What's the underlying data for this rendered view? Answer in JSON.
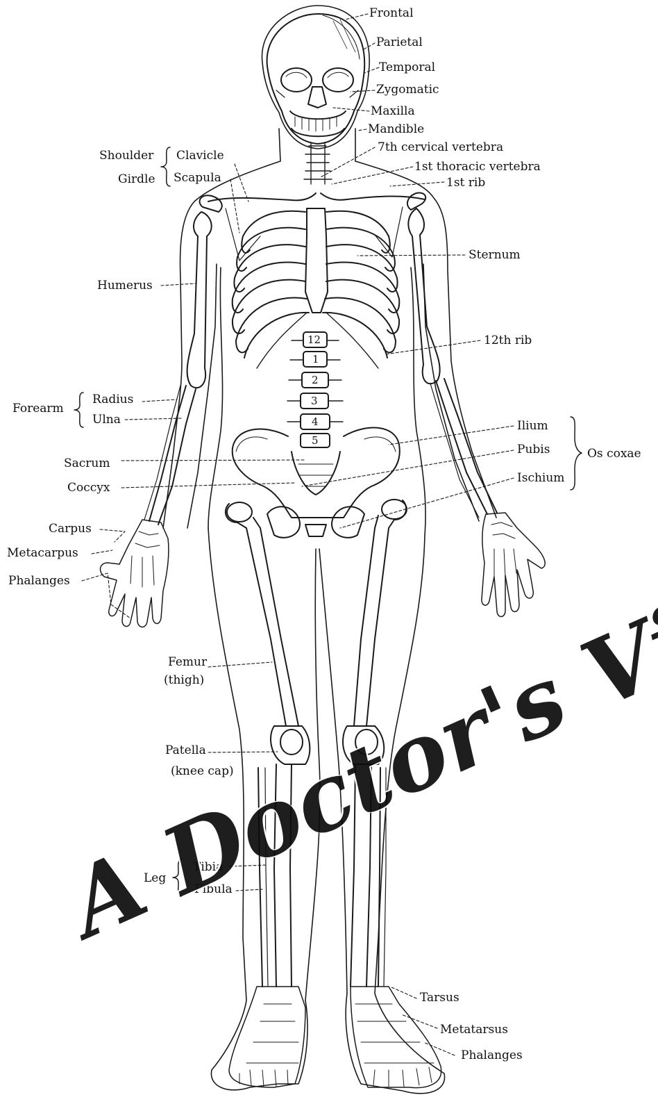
{
  "labels": {
    "frontal": "Frontal",
    "parietal": "Parietal",
    "temporal": "Temporal",
    "zygomatic": "Zygomatic",
    "maxilla": "Maxilla",
    "mandible": "Mandible",
    "cervical7": "7th cervical vertebra",
    "thoracic1": "1st thoracic vertebra",
    "rib1": "1st rib",
    "clavicle": "Clavicle",
    "scapula": "Scapula",
    "sternum": "Sternum",
    "humerus": "Humerus",
    "rib12": "12th rib",
    "radius": "Radius",
    "ulna": "Ulna",
    "ilium": "Ilium",
    "pubis": "Pubis",
    "ischium": "Ischium",
    "sacrum": "Sacrum",
    "coccyx": "Coccyx",
    "carpus": "Carpus",
    "metacarpus": "Metacarpus",
    "phalanges_hand": "Phalanges",
    "femur": "Femur",
    "thigh": "(thigh)",
    "patella": "Patella",
    "kneecap": "(knee cap)",
    "tibia": "Tibia",
    "fibula": "Fibula",
    "tarsus": "Tarsus",
    "metatarsus": "Metatarsus",
    "phalanges_foot": "Phalanges"
  },
  "groups": {
    "shoulder": "Shoulder",
    "girdle": "Girdle",
    "forearm": "Forearm",
    "os_coxae": "Os coxae",
    "leg": "Leg"
  },
  "vertebra_numbers": [
    "12",
    "1",
    "2",
    "3",
    "4",
    "5"
  ],
  "watermark": "A Doctor's Visit",
  "colors": {
    "ink": "#111111",
    "paper": "#ffffff"
  }
}
